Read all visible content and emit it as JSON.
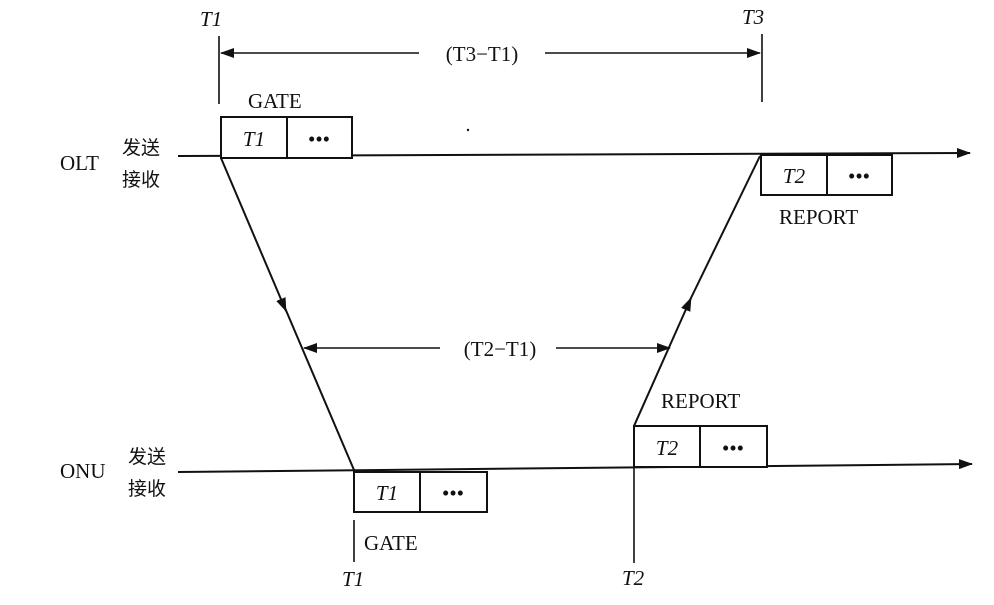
{
  "olt": {
    "label": "OLT",
    "send": "发送",
    "receive": "接收"
  },
  "onu": {
    "label": "ONU",
    "send": "发送",
    "receive": "接收"
  },
  "times": {
    "t1": "T1",
    "t2": "T2",
    "t3": "T3"
  },
  "intervals": {
    "rtt_total": "(T3−T1)",
    "rtt_partial": "(T2−T1)"
  },
  "messages": {
    "gate": "GATE",
    "report": "REPORT",
    "ellipsis": "•••"
  },
  "colors": {
    "ink": "#111111",
    "background": "#ffffff"
  }
}
